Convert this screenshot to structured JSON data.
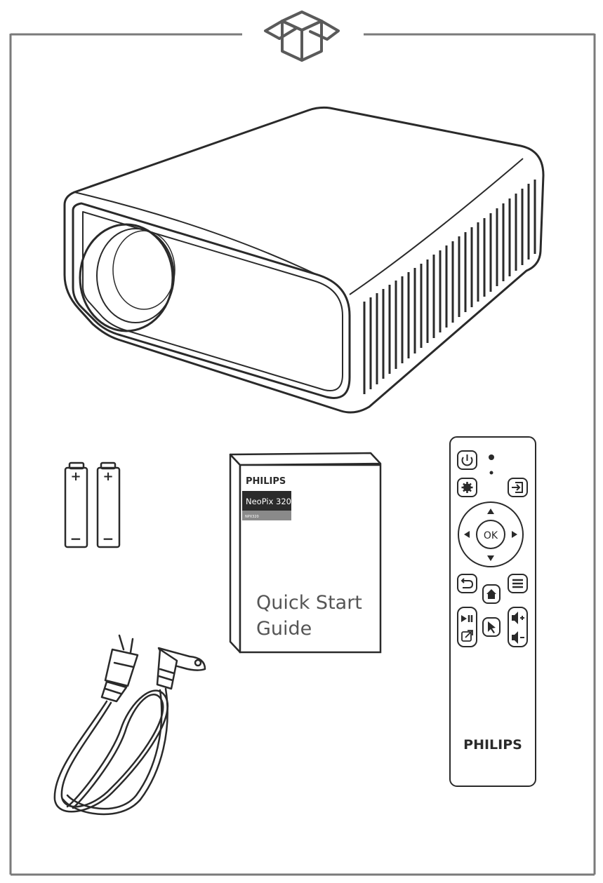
{
  "guide": {
    "brand": "PHILIPS",
    "model": "NeoPix 320",
    "code": "NPX320",
    "title_line1": "Quick Start",
    "title_line2": "Guide"
  },
  "remote": {
    "brand": "PHILIPS",
    "ok_label": "OK"
  },
  "batteries": {
    "plus": "+",
    "minus": "−"
  },
  "colors": {
    "line": "#3a3a3a",
    "frame": "#7a7a7a",
    "guide_banner": "#2b2b2b",
    "guide_code_bar": "#8a8a8a"
  },
  "icons": [
    "box-icon",
    "power-icon",
    "gear-icon",
    "input-source-icon",
    "back-icon",
    "home-icon",
    "menu-icon",
    "play-pause-icon",
    "screen-mirror-icon",
    "cursor-icon",
    "volume-up-icon",
    "volume-down-icon"
  ]
}
